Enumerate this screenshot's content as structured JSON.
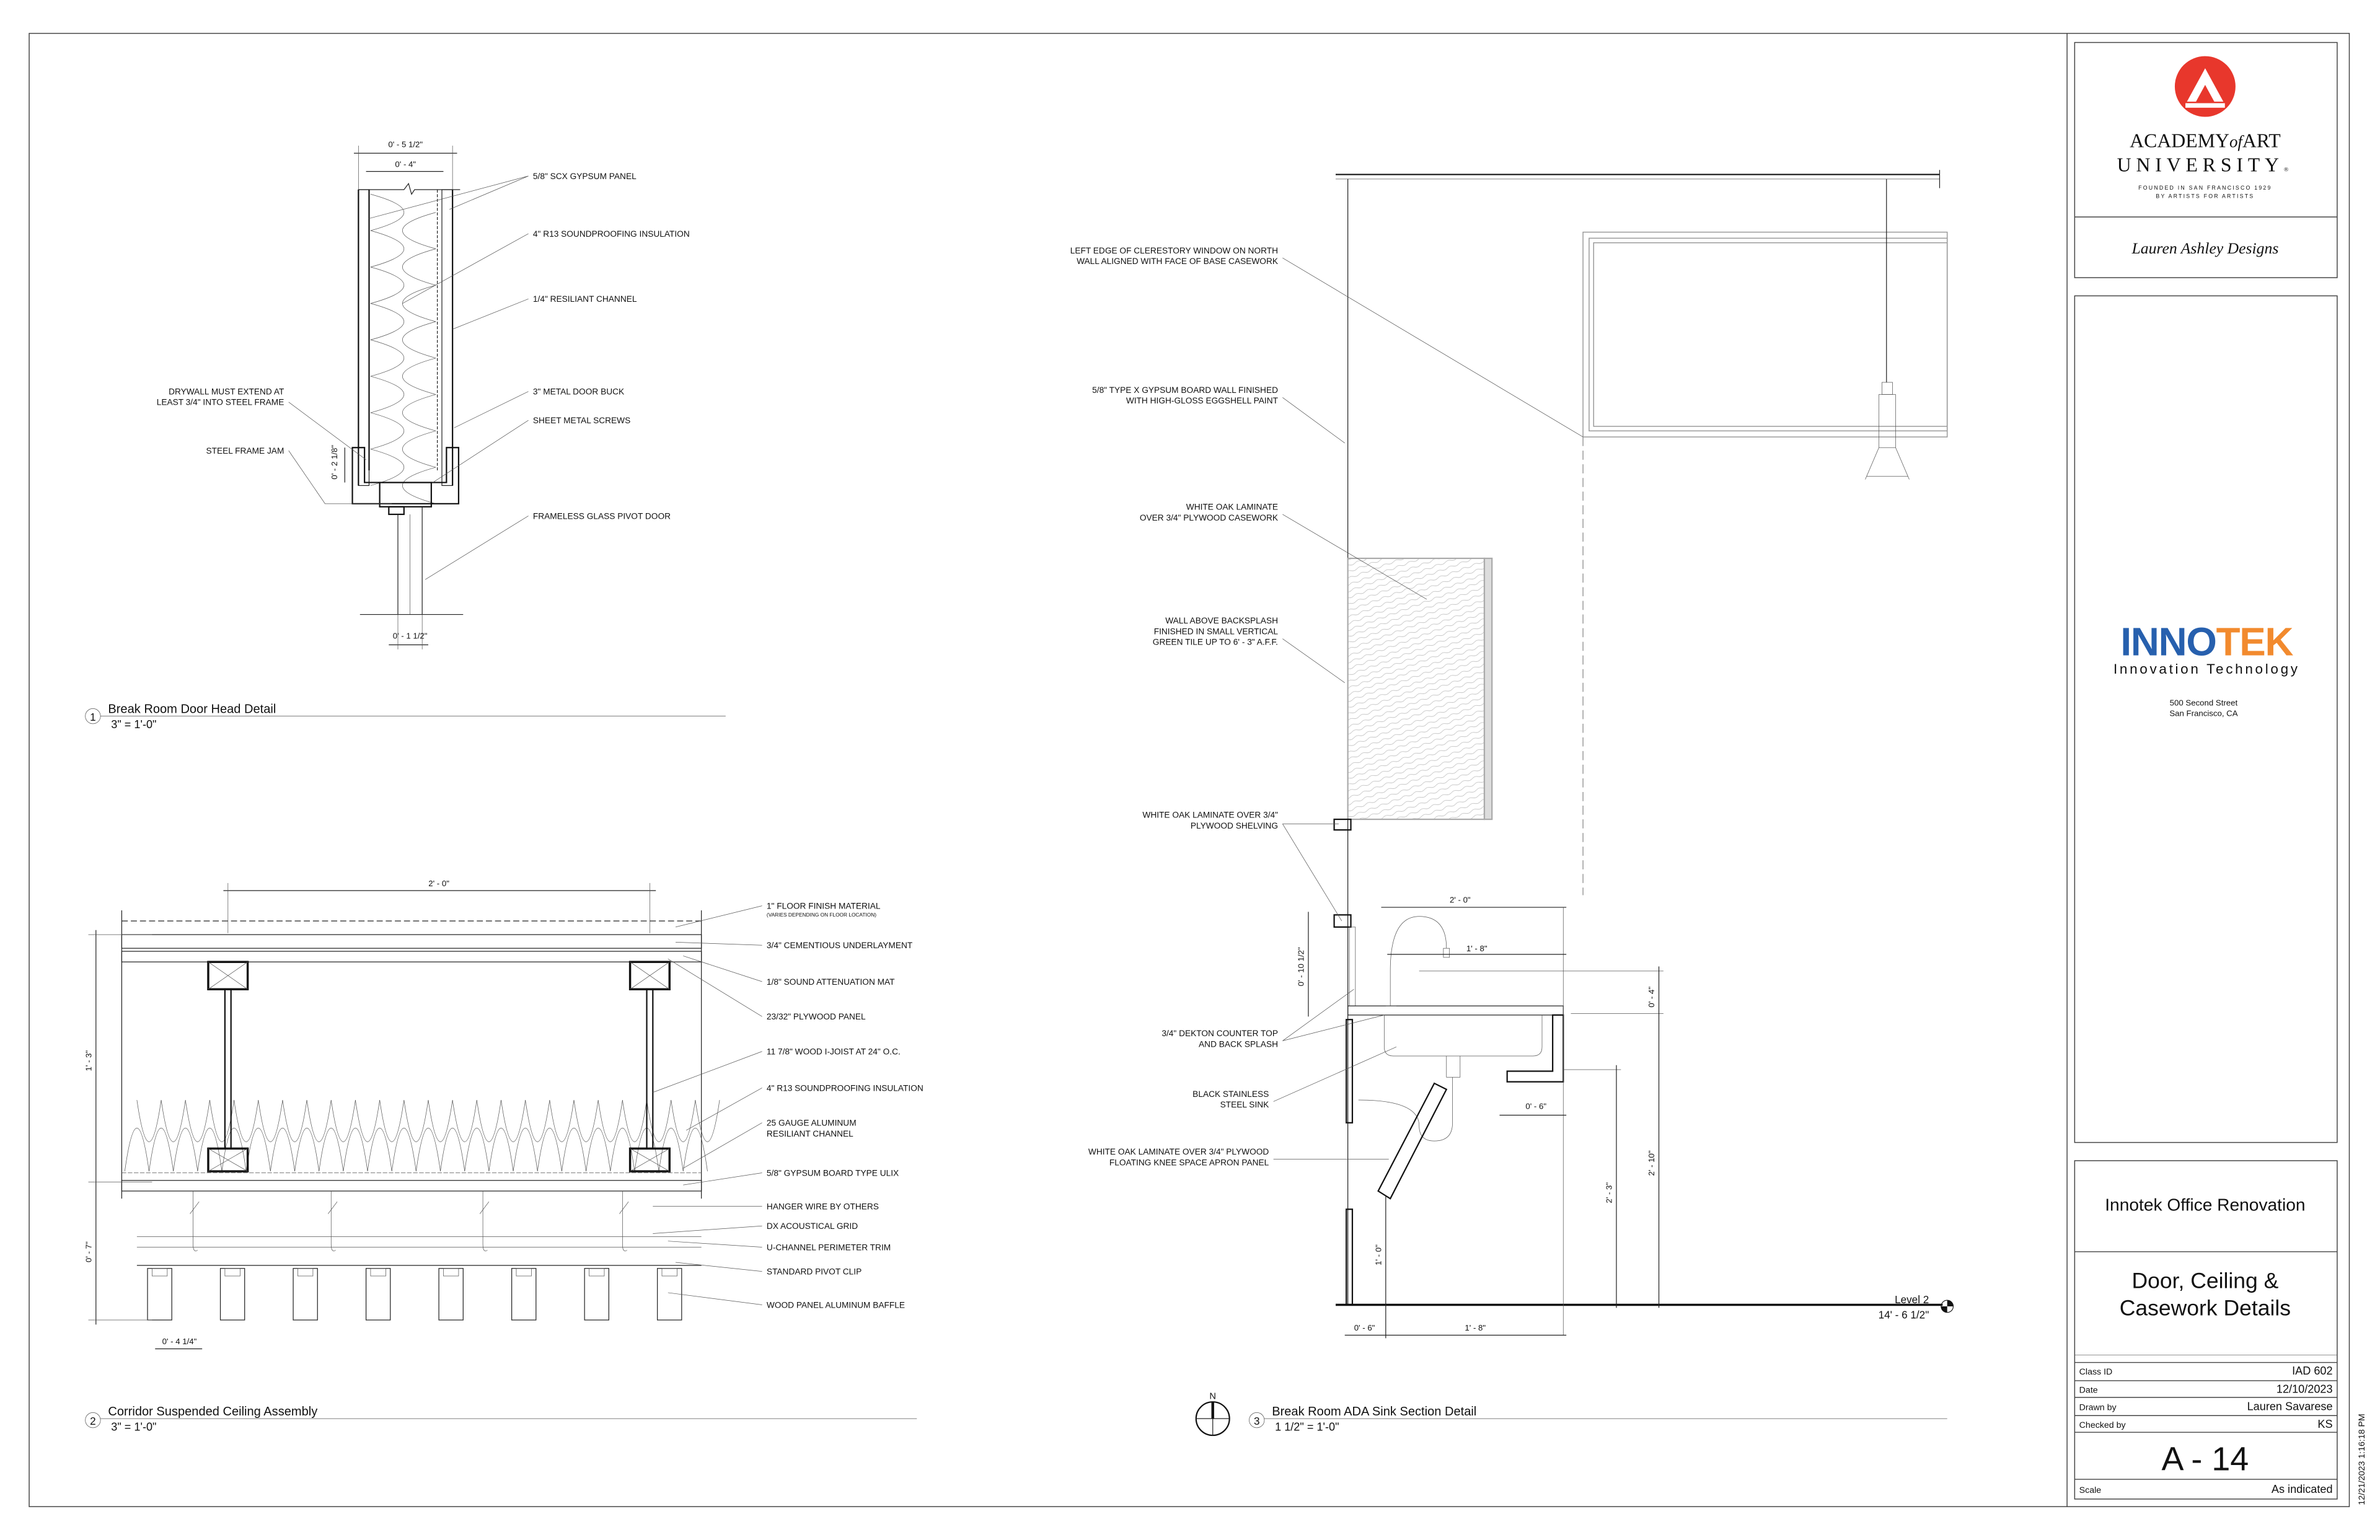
{
  "title_block": {
    "school": {
      "line1": "ACADEMY",
      "of": "of",
      "line1b": "ART",
      "line2": "UNIVERSITY",
      "registered": "®",
      "founded": "FOUNDED IN SAN FRANCISCO 1929",
      "motto": "BY ARTISTS FOR ARTISTS",
      "logo_color": "#e8372c"
    },
    "designer": "Lauren Ashley Designs",
    "client": {
      "logo_left": "INNO",
      "logo_right": "TEK",
      "tagline": "Innovation Technology",
      "address1": "500 Second Street",
      "address2": "San Francisco, CA",
      "blue": "#2760ae",
      "orange": "#f28a2e"
    },
    "project": "Innotek Office Renovation",
    "sheet_title_1": "Door, Ceiling &",
    "sheet_title_2": "Casework Details",
    "rows": [
      {
        "label": "Class ID",
        "value": "IAD 602"
      },
      {
        "label": "Date",
        "value": "12/10/2023"
      },
      {
        "label": "Drawn by",
        "value": "Lauren Savarese"
      },
      {
        "label": "Checked by",
        "value": "KS"
      }
    ],
    "sheet_number": "A - 14",
    "scale_label": "Scale",
    "scale_value": "As indicated",
    "timestamp": "12/21/2023 1:16:18 PM"
  },
  "detail1": {
    "number": "1",
    "title": "Break Room Door Head Detail",
    "scale": "3\" = 1'-0\"",
    "dims": {
      "overall": "0' - 5 1/2\"",
      "inner": "0' - 4\"",
      "jamb": "0' - 2 1/8\"",
      "door": "0' - 1 1/2\""
    },
    "notes_right": [
      "5/8\" SCX GYPSUM PANEL",
      "4\" R13 SOUNDPROOFING INSULATION",
      "1/4\" RESILIANT CHANNEL",
      "3\" METAL DOOR BUCK",
      "SHEET METAL SCREWS",
      "FRAMELESS GLASS PIVOT DOOR"
    ],
    "notes_left": [
      "DRYWALL MUST EXTEND AT",
      "LEAST 3/4\" INTO STEEL FRAME",
      "STEEL FRAME JAM"
    ]
  },
  "detail2": {
    "number": "2",
    "title": "Corridor Suspended Ceiling Assembly",
    "scale": "3\" = 1'-0\"",
    "dims": {
      "spacing": "2' - 0\"",
      "joist_depth": "1' - 3\"",
      "ceiling_drop": "0' - 7\"",
      "baffle": "0' - 4 1/4\""
    },
    "notes": [
      "1\" FLOOR FINISH MATERIAL",
      "(VARIES DEPENDING ON FLOOR LOCATION)",
      "3/4\" CEMENTIOUS UNDERLAYMENT",
      "1/8\" SOUND ATTENUATION MAT",
      "23/32\" PLYWOOD PANEL",
      "11 7/8\" WOOD I-JOIST AT 24\" O.C.",
      "4\" R13 SOUNDPROOFING INSULATION",
      "25 GAUGE ALUMINUM",
      "RESILIANT CHANNEL",
      "5/8\" GYPSUM BOARD TYPE ULIX",
      "HANGER WIRE BY OTHERS",
      "DX ACOUSTICAL GRID",
      "U-CHANNEL PERIMETER TRIM",
      "STANDARD PIVOT CLIP",
      "WOOD PANEL ALUMINUM BAFFLE"
    ]
  },
  "detail3": {
    "number": "3",
    "title": "Break Room ADA Sink Section Detail",
    "scale": "1 1/2\" = 1'-0\"",
    "north": "N",
    "notes": [
      "LEFT EDGE OF CLERESTORY WINDOW ON NORTH",
      "WALL ALIGNED WITH FACE OF BASE CASEWORK",
      "5/8\" TYPE X GYPSUM BOARD WALL FINISHED",
      "WITH HIGH-GLOSS EGGSHELL PAINT",
      "WHITE OAK LAMINATE",
      "OVER 3/4\" PLYWOOD CASEWORK",
      "WALL ABOVE BACKSPLASH",
      "FINISHED IN  SMALL VERTICAL",
      "GREEN TILE UP TO 6' - 3\" A.F.F.",
      "WHITE OAK LAMINATE OVER 3/4\"",
      "PLYWOOD SHELVING",
      "3/4\" DEKTON COUNTER TOP",
      "AND BACK SPLASH",
      "BLACK STAINLESS",
      "STEEL SINK",
      "WHITE OAK LAMINATE OVER 3/4\" PLYWOOD",
      "FLOATING KNEE SPACE APRON PANEL"
    ],
    "dims": {
      "counter_depth": "2' - 0\"",
      "sink_depth": "1' - 8\"",
      "backsplash": "0' - 10 1/2\"",
      "faucet": "0' - 4\"",
      "counter_height": "2' - 10\"",
      "apron_offset": "0' - 6\"",
      "knee_clearance": "2' - 3\"",
      "toe": "1' - 0\"",
      "base_left": "0' - 6\"",
      "base_right": "1' - 8\""
    },
    "level_name": "Level 2",
    "level_elev": "14' - 6 1/2\""
  }
}
